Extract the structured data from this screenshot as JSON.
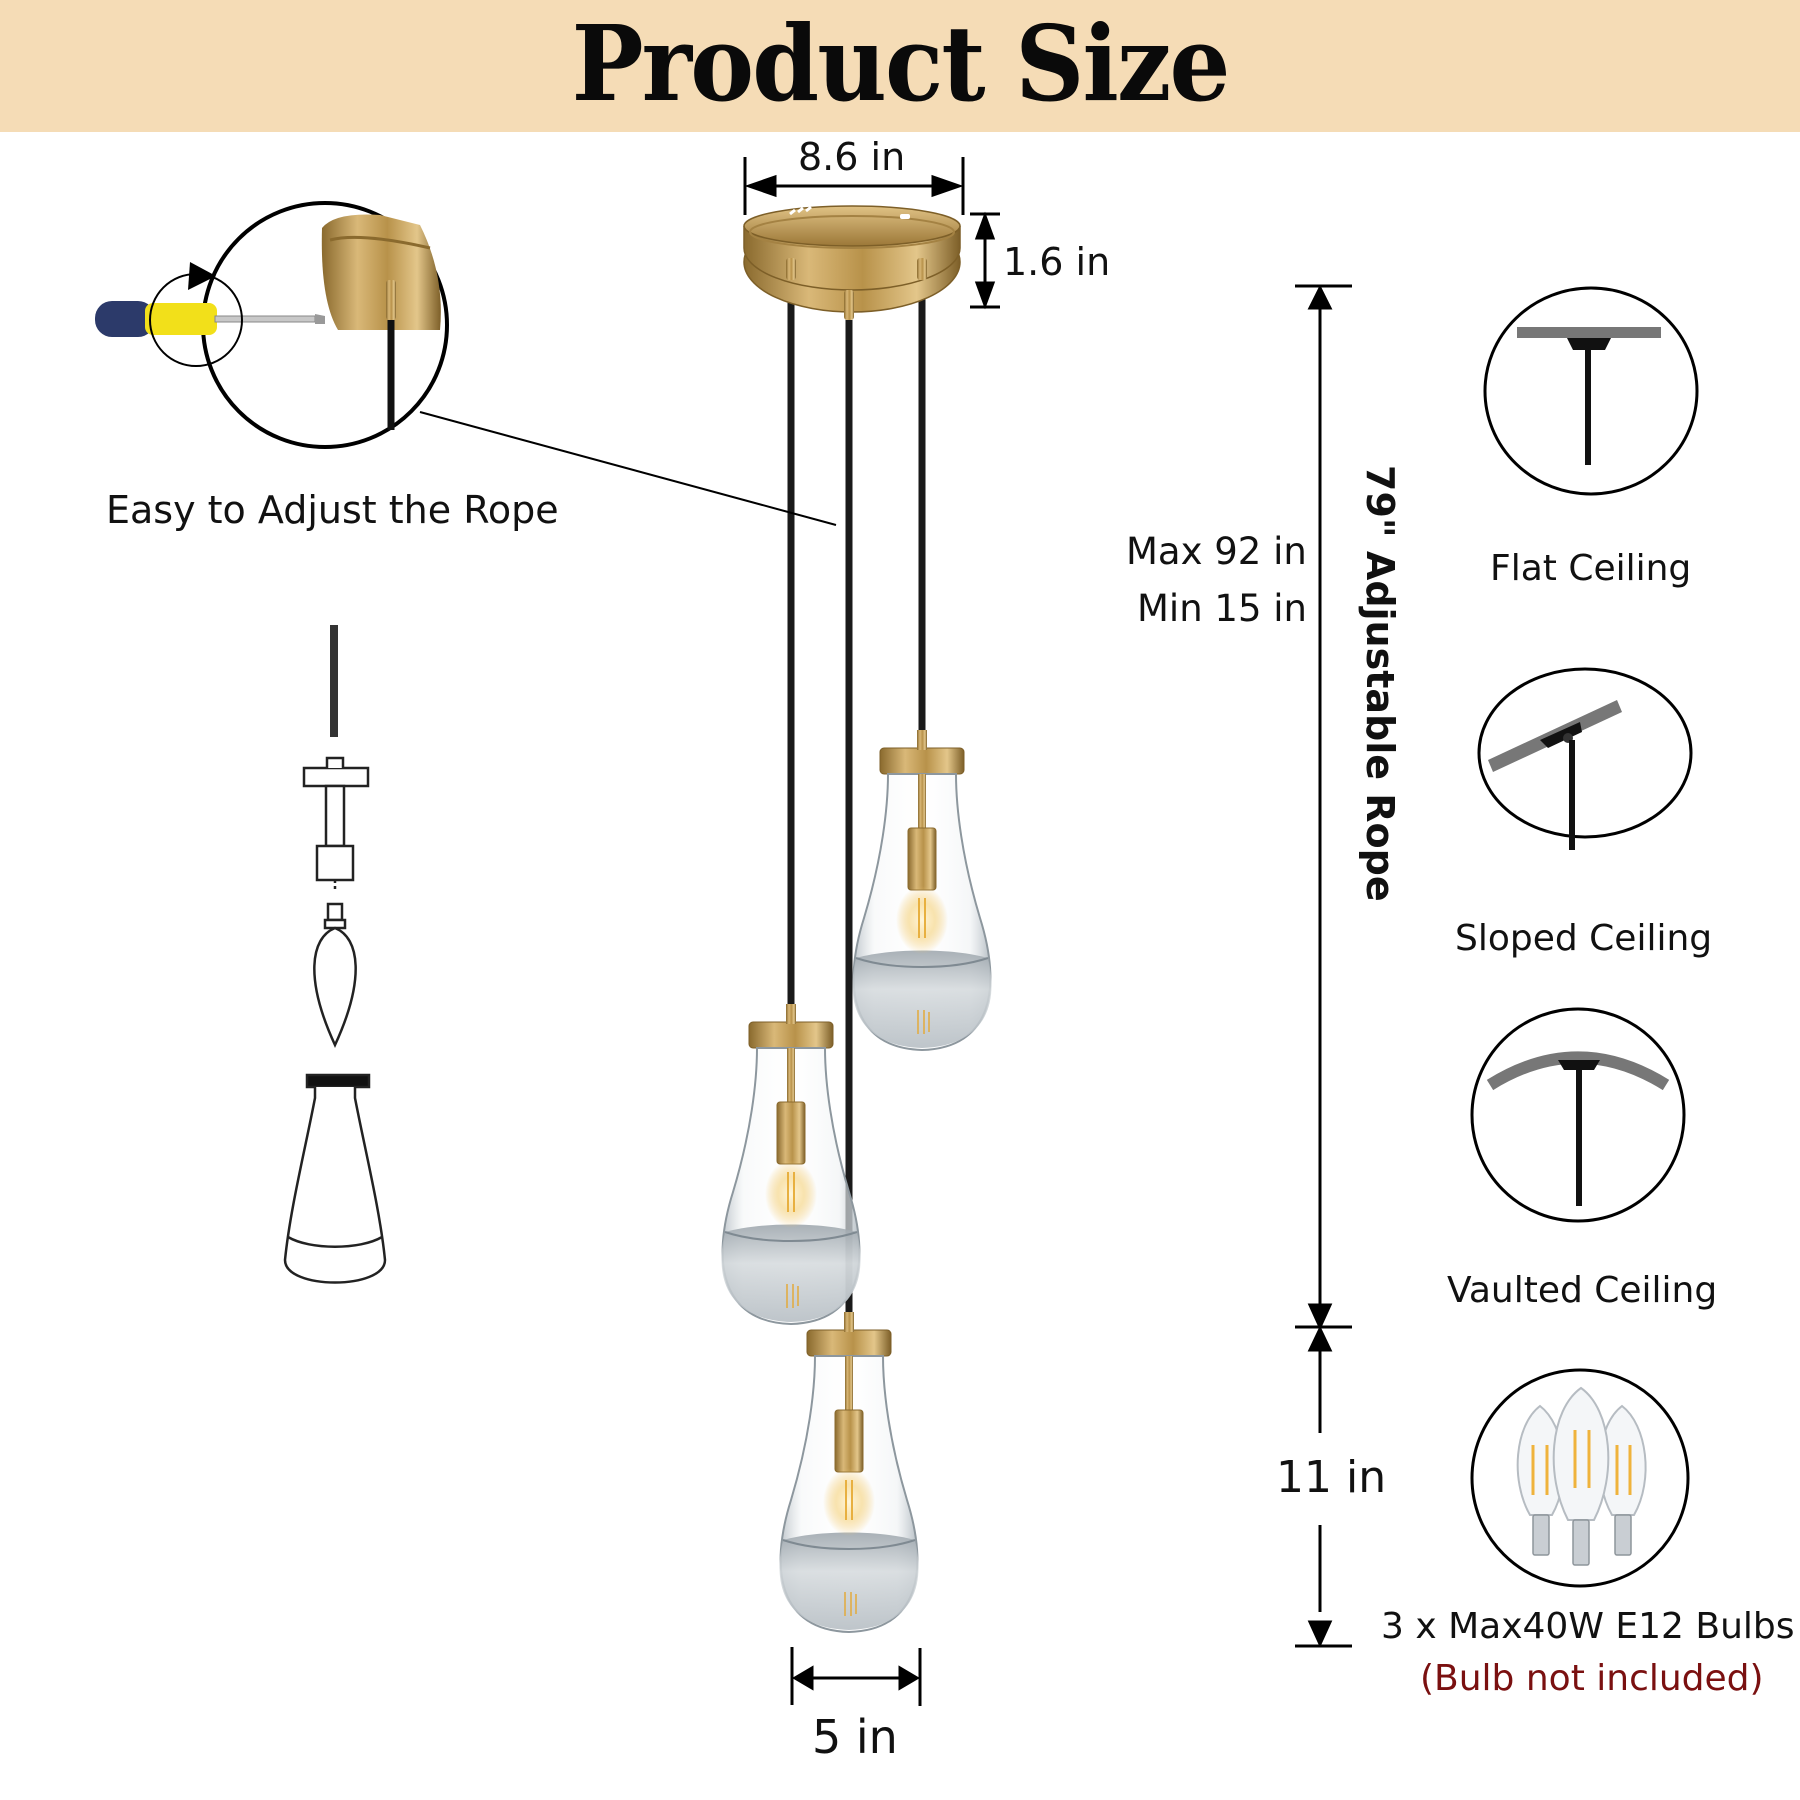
{
  "banner": {
    "title": "Product Size",
    "background": "#f5dcb6"
  },
  "dimensions": {
    "canopy_width": "8.6 in",
    "canopy_height": "1.6 in",
    "rope_max": "Max 92 in",
    "rope_min": "Min 15 in",
    "rope_adjustable": "79\" Adjustable Rope",
    "shade_height": "11 in",
    "shade_width": "5 in"
  },
  "callouts": {
    "rope_adjust": "Easy to Adjust the Rope"
  },
  "ceiling_types": [
    {
      "label": "Flat Ceiling",
      "icon": "flat-ceiling-icon"
    },
    {
      "label": "Sloped Ceiling",
      "icon": "sloped-ceiling-icon"
    },
    {
      "label": "Vaulted Ceiling",
      "icon": "vaulted-ceiling-icon"
    }
  ],
  "bulbs": {
    "spec": "3 x Max40W E12 Bulbs",
    "note": "(Bulb not included)",
    "note_color": "#7a1010"
  },
  "colors": {
    "brass": "#b8924a",
    "rope": "#1a1a1a",
    "glass": "#cfd6dc",
    "ceiling_gray": "#777777"
  }
}
